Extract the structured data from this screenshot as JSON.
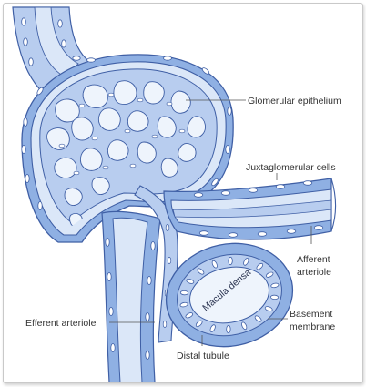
{
  "labels": {
    "glomerular_epithelium": "Glomerular epithelium",
    "juxtaglomerular_cells": "Juxtaglomerular cells",
    "afferent_arteriole_1": "Afferent",
    "afferent_arteriole_2": "arteriole",
    "efferent_arteriole": "Efferent arteriole",
    "basement_membrane_1": "Basement",
    "basement_membrane_2": "membrane",
    "distal_tubule": "Distal tubule",
    "macula_densa": "Macula densa"
  },
  "colors": {
    "tissue_light": "#dbe7f8",
    "tissue_mid": "#b8cdef",
    "tissue_dark": "#8fb0e3",
    "outline": "#3f5fa5",
    "nucleus": "#ffffff",
    "leader_line": "#555555"
  }
}
